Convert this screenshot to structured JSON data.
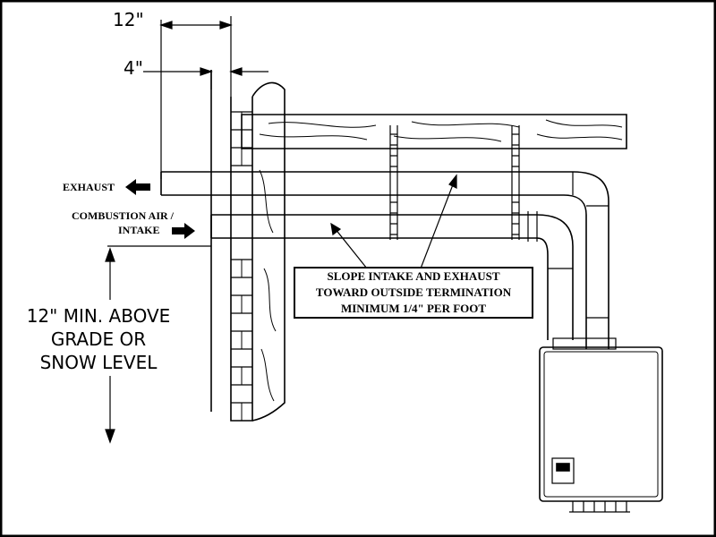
{
  "dimensions": {
    "top_width": "12\"",
    "wall_offset": "4\""
  },
  "labels": {
    "exhaust": "EXHAUST",
    "intake_line1": "COMBUSTION AIR /",
    "intake_line2": "INTAKE"
  },
  "slope_note": {
    "line1": "SLOPE INTAKE AND EXHAUST",
    "line2": "TOWARD OUTSIDE TERMINATION",
    "line3": "MINIMUM 1/4\" PER FOOT"
  },
  "clearance": {
    "line1": "12\" MIN. ABOVE",
    "line2": "GRADE OR",
    "line3": "SNOW LEVEL"
  },
  "icons": {
    "exhaust_arrow": "arrow-left-icon",
    "intake_arrow": "arrow-right-icon"
  },
  "colors": {
    "ink": "#000000",
    "background": "#ffffff"
  }
}
